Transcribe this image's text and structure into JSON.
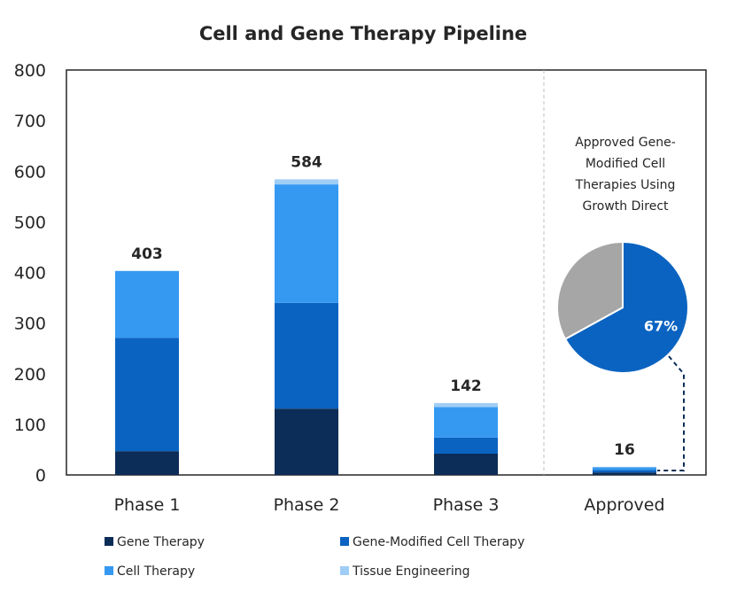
{
  "chart_data": {
    "type": "bar",
    "stacked": true,
    "title": "Cell and Gene Therapy Pipeline",
    "categories": [
      "Phase 1",
      "Phase 2",
      "Phase 3",
      "Approved"
    ],
    "ylim": [
      0,
      800
    ],
    "yticks": [
      0,
      100,
      200,
      300,
      400,
      500,
      600,
      700,
      800
    ],
    "totals": [
      "403",
      "584",
      "142",
      "16"
    ],
    "series": [
      {
        "name": "Gene Therapy",
        "color": "#0c2d57",
        "values": [
          47,
          131,
          42,
          5
        ]
      },
      {
        "name": "Gene-Modified Cell Therapy",
        "color": "#0b63c1",
        "values": [
          224,
          209,
          32,
          5
        ]
      },
      {
        "name": "Cell Therapy",
        "color": "#3599f2",
        "values": [
          132,
          234,
          60,
          5
        ]
      },
      {
        "name": "Tissue Engineering",
        "color": "#9fcdf5",
        "values": [
          0,
          10,
          8,
          1
        ]
      }
    ],
    "legend_position": "bottom",
    "inset_pie": {
      "title_lines": [
        "Approved Gene-",
        "Modified Cell",
        "Therapies Using",
        "Growth Direct"
      ],
      "slices": [
        {
          "label": "67%",
          "value": 67,
          "color": "#0b63c1"
        },
        {
          "label": "",
          "value": 33,
          "color": "#a6a6a6"
        }
      ]
    }
  }
}
